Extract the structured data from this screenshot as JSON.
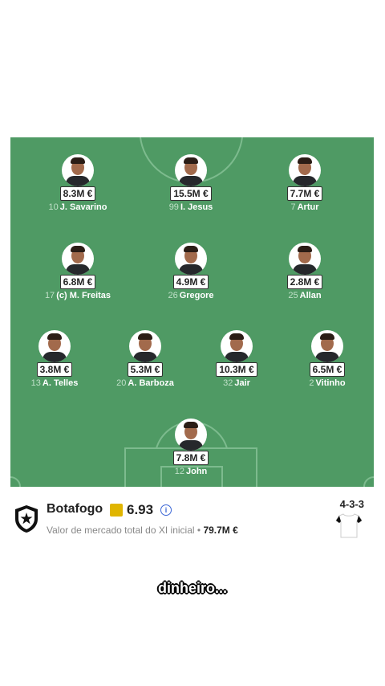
{
  "pitch": {
    "players": [
      {
        "price": "8.3M €",
        "number": "10",
        "name": "J. Savarino"
      },
      {
        "price": "15.5M €",
        "number": "99",
        "name": "I. Jesus"
      },
      {
        "price": "7.7M €",
        "number": "7",
        "name": "Artur"
      },
      {
        "price": "6.8M €",
        "number": "17",
        "name": "(c) M. Freitas"
      },
      {
        "price": "4.9M €",
        "number": "26",
        "name": "Gregore"
      },
      {
        "price": "2.8M €",
        "number": "25",
        "name": "Allan"
      },
      {
        "price": "3.8M €",
        "number": "13",
        "name": "A. Telles"
      },
      {
        "price": "5.3M €",
        "number": "20",
        "name": "A. Barboza"
      },
      {
        "price": "10.3M €",
        "number": "32",
        "name": "Jair"
      },
      {
        "price": "6.5M €",
        "number": "2",
        "name": "Vitinho"
      },
      {
        "price": "7.8M €",
        "number": "12",
        "name": "John"
      }
    ]
  },
  "team": {
    "name": "Botafogo",
    "rating": "6.93",
    "market_label": "Valor de mercado total do XI inicial",
    "separator": "•",
    "market_value": "79.7M €",
    "formation": "4-3-3"
  },
  "caption": "dinheiro...",
  "colors": {
    "pitch": "#4f9a64",
    "rating": "#e0b500",
    "accent": "#3b66d6"
  }
}
